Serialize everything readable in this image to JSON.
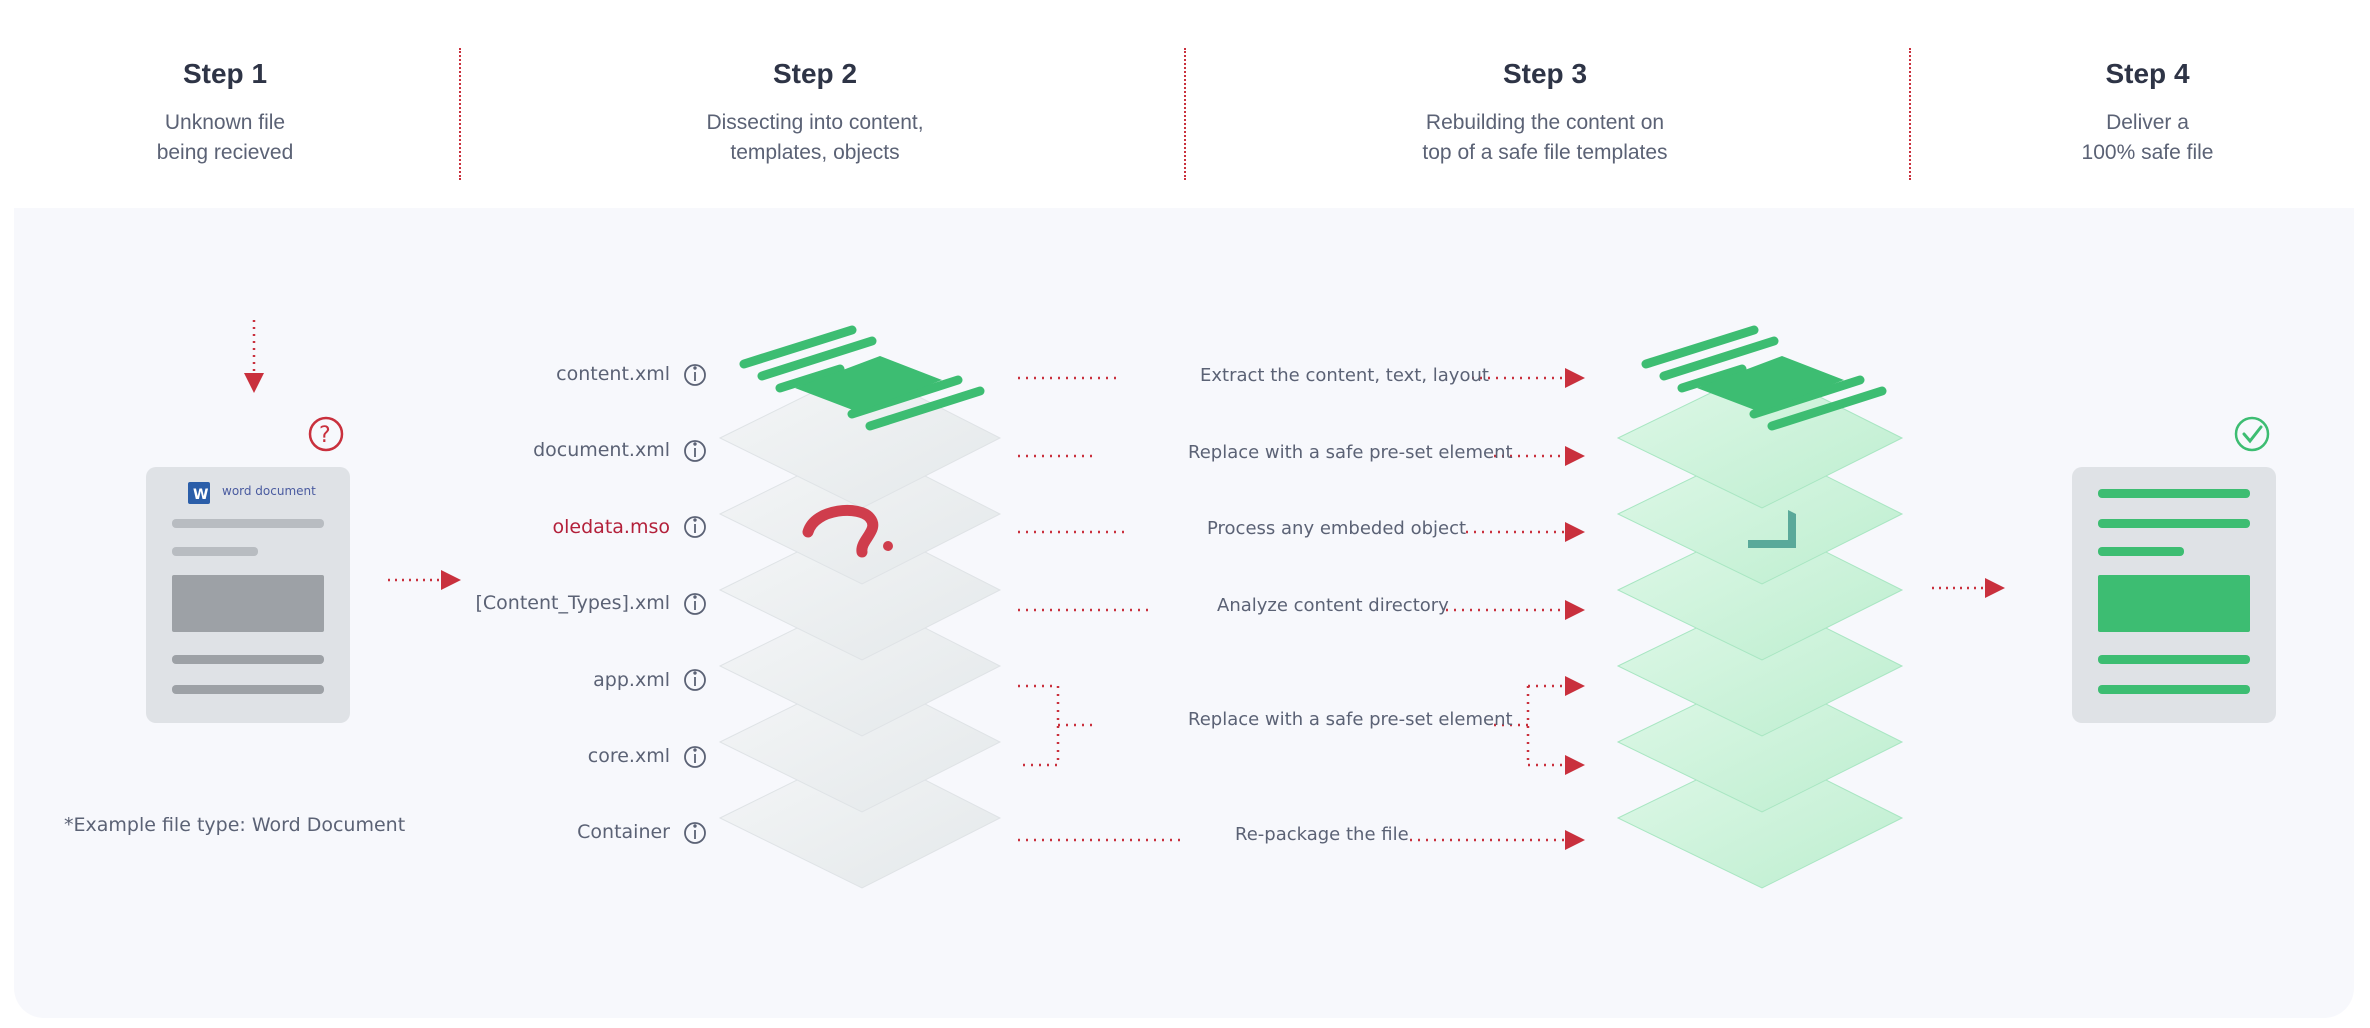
{
  "steps": [
    {
      "title": "Step 1",
      "description": "Unknown file\nbeing recieved"
    },
    {
      "title": "Step 2",
      "description": "Dissecting into content,\ntemplates, objects"
    },
    {
      "title": "Step 3",
      "description": "Rebuilding the content on\ntop of a safe file templates"
    },
    {
      "title": "Step 4",
      "description": "Deliver a\n100% safe file"
    }
  ],
  "input_file": {
    "label": "word document",
    "icon": "word-icon",
    "status_icon": "question-icon"
  },
  "output_file": {
    "status_icon": "check-circle-icon"
  },
  "layers": [
    {
      "name": "content.xml",
      "icon": "info-icon"
    },
    {
      "name": "document.xml",
      "icon": "info-icon"
    },
    {
      "name": "oledata.mso",
      "icon": "info-icon",
      "flagged": true
    },
    {
      "name": "[Content_Types].xml",
      "icon": "info-icon"
    },
    {
      "name": "app.xml",
      "icon": "info-icon"
    },
    {
      "name": "core.xml",
      "icon": "info-icon"
    },
    {
      "name": "Container",
      "icon": "info-icon"
    }
  ],
  "actions": [
    "Extract the content, text, layout",
    "Replace with a safe pre-set element",
    "Process any embeded object",
    "Analyze content directory",
    "Replace with a safe pre-set element",
    "Re-package the file"
  ],
  "note": "*Example file type: Word Document",
  "colors": {
    "accent_red": "#c9303d",
    "green": "#3dbd72",
    "light_green": "#c9f2d8",
    "gray_layer": "#e9ecef",
    "text": "#5b6275"
  }
}
